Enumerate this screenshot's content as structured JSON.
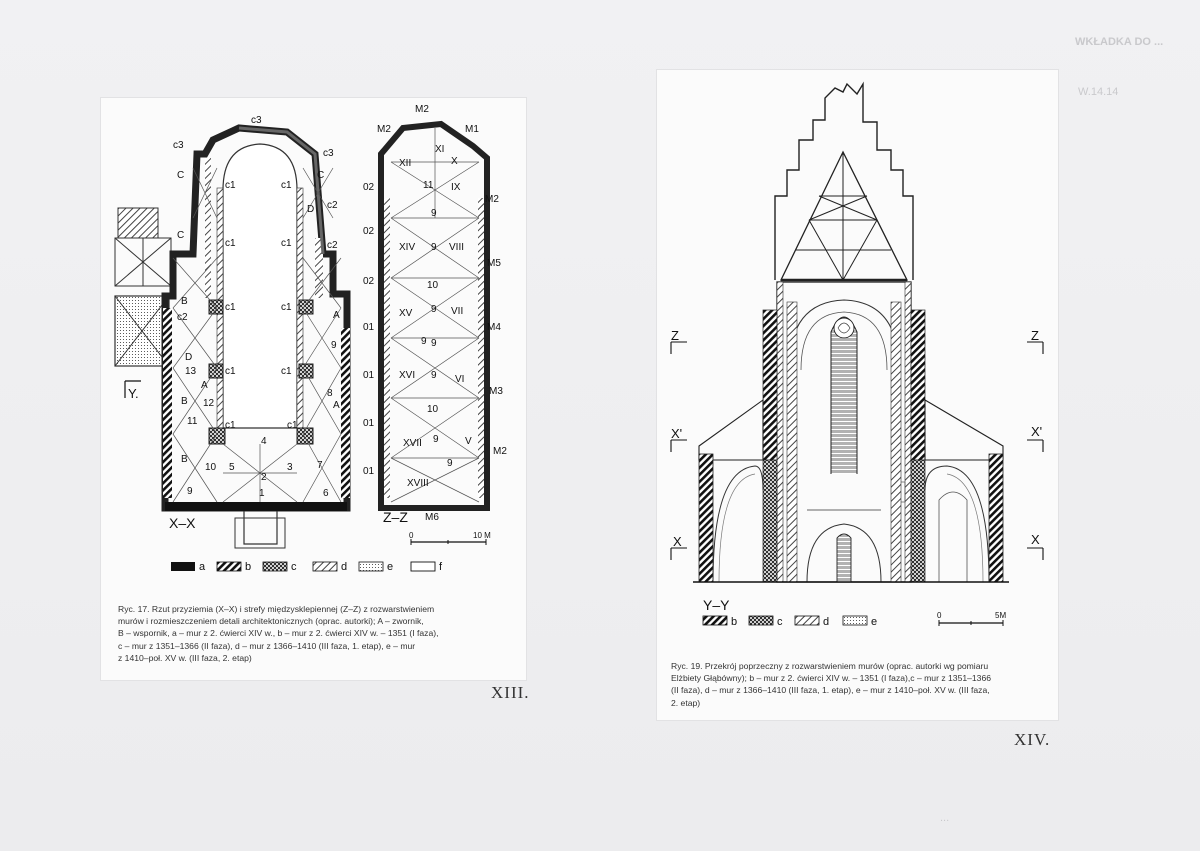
{
  "bleed": {
    "top_text": "WKŁADKA DO ...",
    "side_text": "W.14.14",
    "bottom_text": "..."
  },
  "left_figure": {
    "section_labels": [
      "X–X",
      "Z–Z"
    ],
    "marker_y": "Y.",
    "scale": {
      "start": "0",
      "end": "10 M"
    },
    "plan_labels": [
      "c3",
      "c3",
      "c3",
      "c1",
      "c1",
      "c1",
      "c1",
      "c1",
      "c1",
      "c1",
      "c1",
      "c1",
      "c1",
      "c2",
      "c2",
      "c2",
      "C",
      "C",
      "C",
      "B",
      "B",
      "B",
      "A",
      "A",
      "A",
      "D",
      "D",
      "1",
      "2",
      "3",
      "4",
      "5",
      "6",
      "7",
      "8",
      "9",
      "9",
      "10",
      "11",
      "12",
      "13",
      "01",
      "01",
      "01",
      "01",
      "02",
      "02",
      "02"
    ],
    "vault_labels": [
      "M2",
      "M2",
      "M1",
      "M2",
      "M5",
      "M4",
      "M3",
      "M2",
      "M6",
      "XII",
      "XI",
      "X",
      "IX",
      "XIV",
      "VIII",
      "XV",
      "VII",
      "XVI",
      "VI",
      "XVII",
      "V",
      "XVIII",
      "11",
      "9",
      "9",
      "10",
      "9",
      "9",
      "9",
      "10",
      "9",
      "9",
      "9"
    ],
    "legend": [
      {
        "key": "a"
      },
      {
        "key": "b"
      },
      {
        "key": "c"
      },
      {
        "key": "d"
      },
      {
        "key": "e"
      },
      {
        "key": "f"
      }
    ],
    "caption": "Ryc. 17. Rzut przyziemia (X–X) i strefy międzysklepiennej (Z–Z) z rozwarstwieniem\nmurów i rozmieszczeniem detali architektonicznych (oprac. autorki); A – zwornik,\nB – wspornik, a – mur z 2. ćwierci XIV w., b – mur z 2. ćwierci XIV w. – 1351 (I faza),\nc – mur z 1351–1366 (II faza), d – mur z 1366–1410 (III faza, 1. etap), e – mur\nz 1410–poł. XV w. (III faza, 2. etap)",
    "page_number": "XIII."
  },
  "right_figure": {
    "section_label": "Y–Y",
    "level_markers": [
      "Z",
      "Z",
      "X'",
      "X'",
      "X",
      "X"
    ],
    "scale": {
      "start": "0",
      "end": "5M"
    },
    "legend": [
      {
        "key": "b"
      },
      {
        "key": "c"
      },
      {
        "key": "d"
      },
      {
        "key": "e"
      }
    ],
    "caption": "Ryc. 19. Przekrój poprzeczny z rozwarstwieniem murów (oprac. autorki wg pomiaru\nElżbiety Głąbówny); b – mur z 2. ćwierci XIV w. – 1351 (I faza),c – mur z 1351–1366\n(II faza), d – mur z 1366–1410 (III faza, 1. etap), e – mur z 1410–poł. XV w. (III faza,\n2. etap)",
    "page_number": "XIV."
  }
}
